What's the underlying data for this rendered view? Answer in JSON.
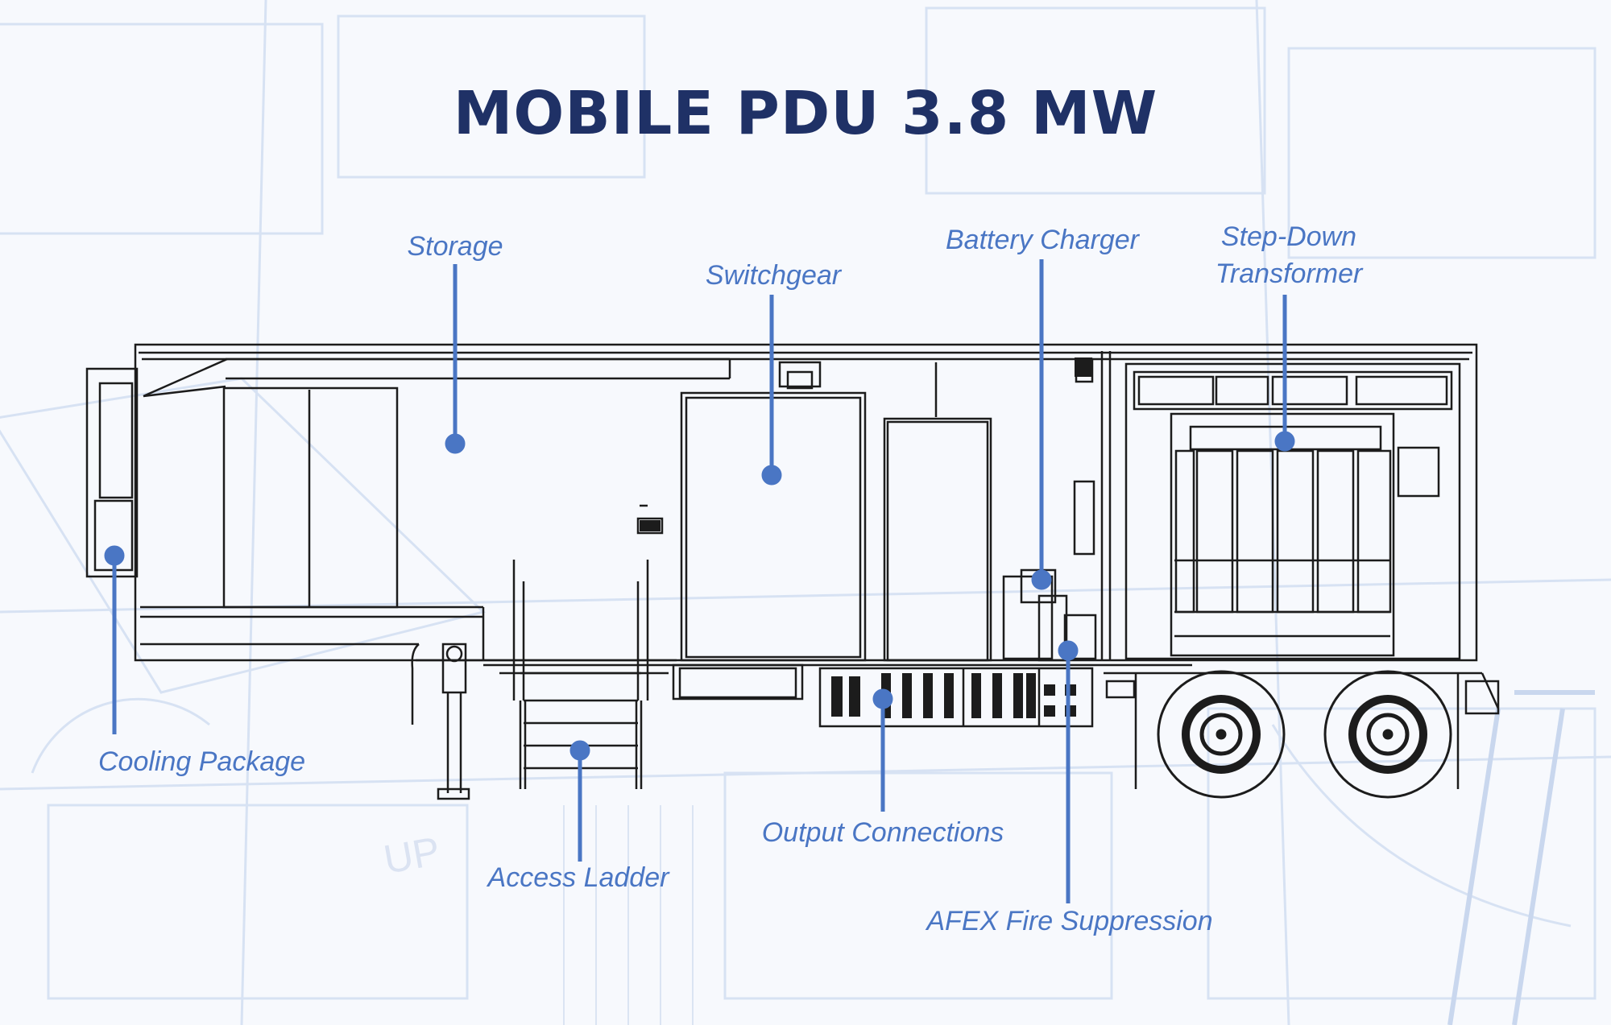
{
  "title": "MOBILE PDU 3.8 MW",
  "colors": {
    "title": "#1f3166",
    "callout": "#4a76c4",
    "drawing_line": "#1c1c1c",
    "blueprint_background": "#d7e2f3"
  },
  "callouts": {
    "storage": "Storage",
    "switchgear": "Switchgear",
    "battery_charger": "Battery Charger",
    "step_down_transformer_line1": "Step-Down",
    "step_down_transformer_line2": "Transformer",
    "cooling_package": "Cooling Package",
    "access_ladder": "Access Ladder",
    "output_connections": "Output Connections",
    "afex_fire_suppression": "AFEX Fire Suppression"
  },
  "background_text": {
    "stair_label": "UP"
  }
}
